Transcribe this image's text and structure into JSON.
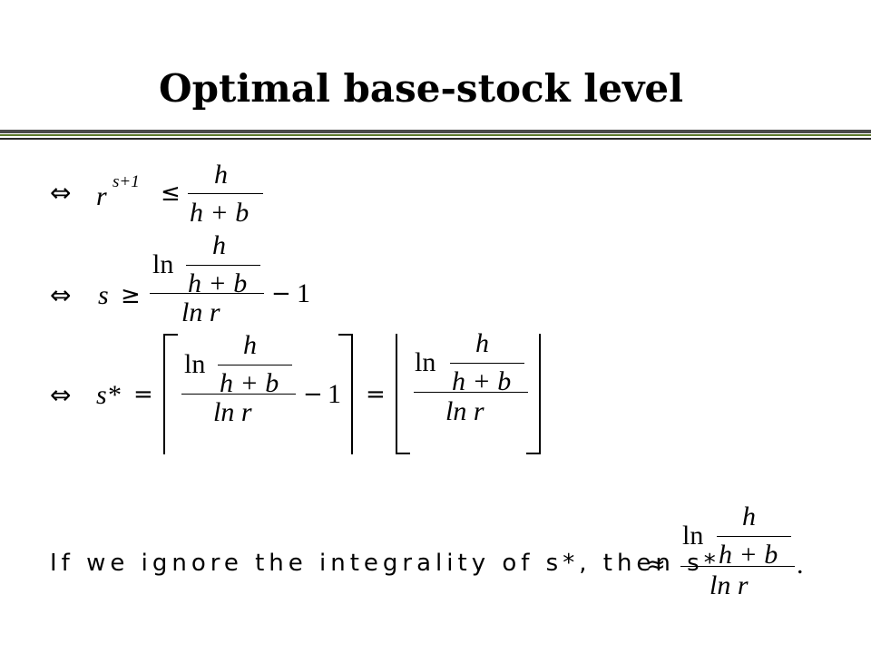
{
  "slide": {
    "title": "Optimal base-stock level",
    "colors": {
      "rule_dark": "#4a4a4a",
      "rule_green": "#5d7a2c"
    }
  },
  "symbols": {
    "iff": "⇔",
    "leq": "≤",
    "geq": "≥",
    "eq": "=",
    "minus": "−",
    "approx": "≈"
  },
  "expr": {
    "var_r": "r",
    "var_s": "s",
    "var_h": "h",
    "exponent": "s+1",
    "h_plus_b": "h + b",
    "ln": "ln",
    "ln_r": "ln r",
    "one": "1",
    "s_star": "s*",
    "period": "."
  },
  "conclusion": {
    "text": "If we ignore the integrality of s*, then s*"
  }
}
